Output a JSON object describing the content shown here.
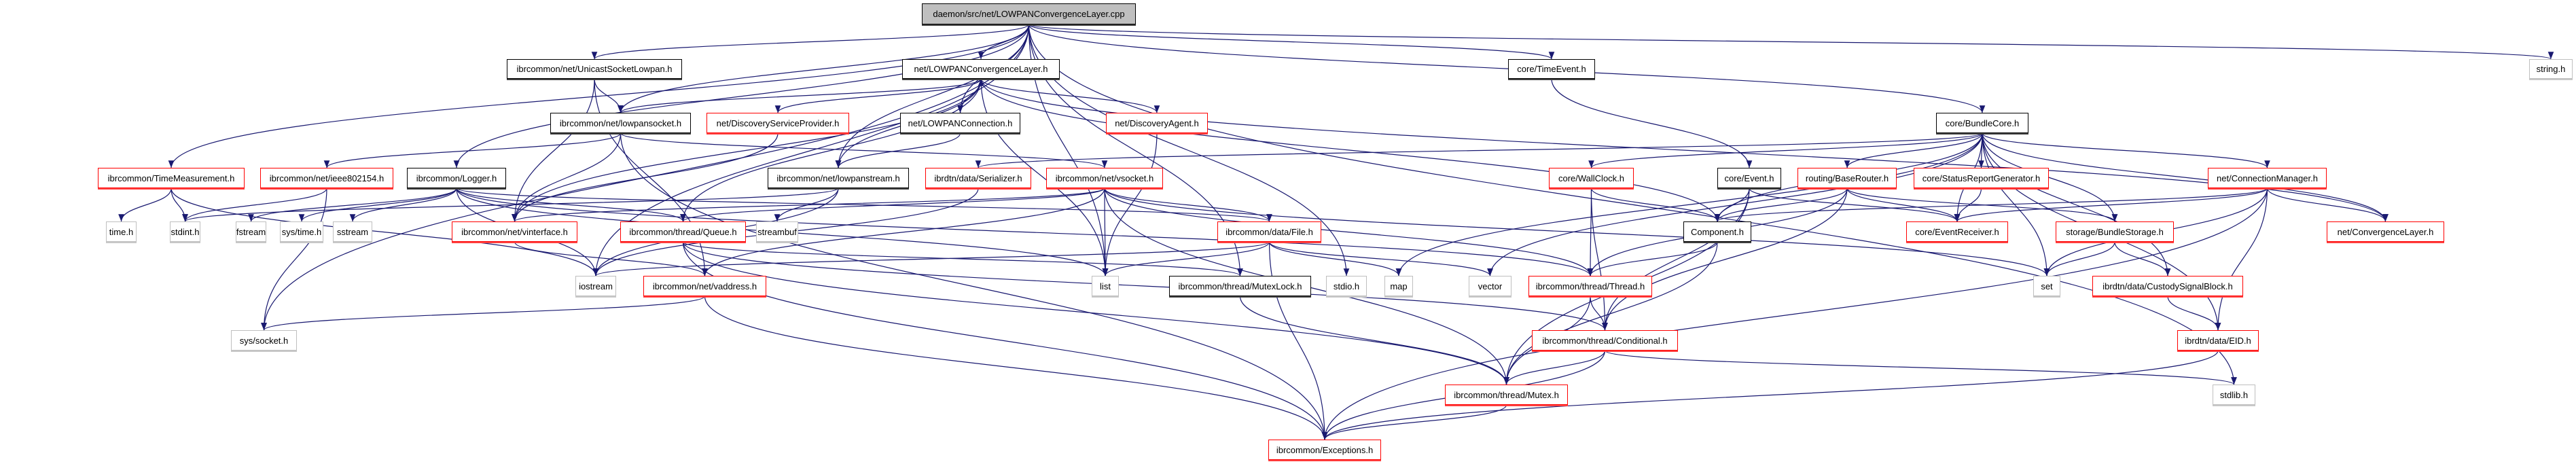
{
  "diagram": {
    "type": "include-dependency-graph",
    "colors": {
      "edge": "#191970",
      "root_fill": "#bfbfbf",
      "documented_border": "#000000",
      "undocumented_border": "#ff0000",
      "external_border": "#bfbfbf"
    },
    "nodes": [
      {
        "id": "root",
        "label": "daemon/src/net/LOWPANConvergenceLayer.cpp",
        "kind": "root"
      },
      {
        "id": "unicast",
        "label": "ibrcommon/net/UnicastSocketLowpan.h",
        "kind": "black"
      },
      {
        "id": "lcl_h",
        "label": "net/LOWPANConvergenceLayer.h",
        "kind": "black"
      },
      {
        "id": "timeevent",
        "label": "core/TimeEvent.h",
        "kind": "black"
      },
      {
        "id": "string_h",
        "label": "string.h",
        "kind": "grey"
      },
      {
        "id": "lowpansocket",
        "label": "ibrcommon/net/lowpansocket.h",
        "kind": "black"
      },
      {
        "id": "dsp",
        "label": "net/DiscoveryServiceProvider.h",
        "kind": "red"
      },
      {
        "id": "lowpanconn",
        "label": "net/LOWPANConnection.h",
        "kind": "black"
      },
      {
        "id": "dagent",
        "label": "net/DiscoveryAgent.h",
        "kind": "red"
      },
      {
        "id": "bundlecore",
        "label": "core/BundleCore.h",
        "kind": "black"
      },
      {
        "id": "timemeas",
        "label": "ibrcommon/TimeMeasurement.h",
        "kind": "red"
      },
      {
        "id": "ieee",
        "label": "ibrcommon/net/ieee802154.h",
        "kind": "red"
      },
      {
        "id": "logger",
        "label": "ibrcommon/Logger.h",
        "kind": "black"
      },
      {
        "id": "lowpanstream",
        "label": "ibrcommon/net/lowpanstream.h",
        "kind": "black"
      },
      {
        "id": "serializer",
        "label": "ibrdtn/data/Serializer.h",
        "kind": "red"
      },
      {
        "id": "vsocket",
        "label": "ibrcommon/net/vsocket.h",
        "kind": "red"
      },
      {
        "id": "wallclock",
        "label": "core/WallClock.h",
        "kind": "red"
      },
      {
        "id": "event",
        "label": "core/Event.h",
        "kind": "black"
      },
      {
        "id": "baserouter",
        "label": "routing/BaseRouter.h",
        "kind": "red"
      },
      {
        "id": "srg",
        "label": "core/StatusReportGenerator.h",
        "kind": "red"
      },
      {
        "id": "connmgr",
        "label": "net/ConnectionManager.h",
        "kind": "red"
      },
      {
        "id": "time_h",
        "label": "time.h",
        "kind": "grey"
      },
      {
        "id": "stdint",
        "label": "stdint.h",
        "kind": "grey"
      },
      {
        "id": "fstream",
        "label": "fstream",
        "kind": "grey"
      },
      {
        "id": "systime",
        "label": "sys/time.h",
        "kind": "grey"
      },
      {
        "id": "sstream",
        "label": "sstream",
        "kind": "grey"
      },
      {
        "id": "vinterface",
        "label": "ibrcommon/net/vinterface.h",
        "kind": "red"
      },
      {
        "id": "queue",
        "label": "ibrcommon/thread/Queue.h",
        "kind": "red"
      },
      {
        "id": "streambuf",
        "label": "streambuf",
        "kind": "grey"
      },
      {
        "id": "file",
        "label": "ibrcommon/data/File.h",
        "kind": "red"
      },
      {
        "id": "component",
        "label": "Component.h",
        "kind": "black"
      },
      {
        "id": "eventrecv",
        "label": "core/EventReceiver.h",
        "kind": "red"
      },
      {
        "id": "bstorage",
        "label": "storage/BundleStorage.h",
        "kind": "red"
      },
      {
        "id": "convlayer",
        "label": "net/ConvergenceLayer.h",
        "kind": "red"
      },
      {
        "id": "iostream",
        "label": "iostream",
        "kind": "grey"
      },
      {
        "id": "vaddress",
        "label": "ibrcommon/net/vaddress.h",
        "kind": "red"
      },
      {
        "id": "list",
        "label": "list",
        "kind": "grey"
      },
      {
        "id": "mutexlock",
        "label": "ibrcommon/thread/MutexLock.h",
        "kind": "black"
      },
      {
        "id": "stdio",
        "label": "stdio.h",
        "kind": "grey"
      },
      {
        "id": "map",
        "label": "map",
        "kind": "grey"
      },
      {
        "id": "vector",
        "label": "vector",
        "kind": "grey"
      },
      {
        "id": "thread",
        "label": "ibrcommon/thread/Thread.h",
        "kind": "red"
      },
      {
        "id": "set",
        "label": "set",
        "kind": "grey"
      },
      {
        "id": "csb",
        "label": "ibrdtn/data/CustodySignalBlock.h",
        "kind": "red"
      },
      {
        "id": "syssocket",
        "label": "sys/socket.h",
        "kind": "grey"
      },
      {
        "id": "conditional",
        "label": "ibrcommon/thread/Conditional.h",
        "kind": "red"
      },
      {
        "id": "eid",
        "label": "ibrdtn/data/EID.h",
        "kind": "red"
      },
      {
        "id": "mutex",
        "label": "ibrcommon/thread/Mutex.h",
        "kind": "red"
      },
      {
        "id": "stdlib",
        "label": "stdlib.h",
        "kind": "grey"
      },
      {
        "id": "exceptions",
        "label": "ibrcommon/Exceptions.h",
        "kind": "red"
      }
    ],
    "edges": [
      [
        "root",
        "unicast"
      ],
      [
        "root",
        "lcl_h"
      ],
      [
        "root",
        "timeevent"
      ],
      [
        "root",
        "string_h"
      ],
      [
        "root",
        "bundlecore"
      ],
      [
        "root",
        "lowpansocket"
      ],
      [
        "root",
        "lowpanconn"
      ],
      [
        "root",
        "timemeas"
      ],
      [
        "root",
        "logger"
      ],
      [
        "root",
        "lowpanstream"
      ],
      [
        "root",
        "iostream"
      ],
      [
        "root",
        "syssocket"
      ],
      [
        "root",
        "list"
      ],
      [
        "root",
        "stdio"
      ],
      [
        "root",
        "mutexlock"
      ],
      [
        "root",
        "stdlib"
      ],
      [
        "unicast",
        "lowpansocket"
      ],
      [
        "unicast",
        "vinterface"
      ],
      [
        "unicast",
        "vaddress"
      ],
      [
        "lcl_h",
        "lowpansocket"
      ],
      [
        "lcl_h",
        "dsp"
      ],
      [
        "lcl_h",
        "lowpanconn"
      ],
      [
        "lcl_h",
        "dagent"
      ],
      [
        "lcl_h",
        "lowpanstream"
      ],
      [
        "lcl_h",
        "convlayer"
      ],
      [
        "lcl_h",
        "component"
      ],
      [
        "lcl_h",
        "list"
      ],
      [
        "lcl_h",
        "vinterface"
      ],
      [
        "lcl_h",
        "queue"
      ],
      [
        "lowpanconn",
        "lcl_h"
      ],
      [
        "lowpanconn",
        "lowpanstream"
      ],
      [
        "timeevent",
        "event"
      ],
      [
        "lowpansocket",
        "ieee"
      ],
      [
        "lowpansocket",
        "vinterface"
      ],
      [
        "lowpansocket",
        "vsocket"
      ],
      [
        "lowpansocket",
        "exceptions"
      ],
      [
        "dsp",
        "vinterface"
      ],
      [
        "dagent",
        "list"
      ],
      [
        "bundlecore",
        "serializer"
      ],
      [
        "bundlecore",
        "wallclock"
      ],
      [
        "bundlecore",
        "component"
      ],
      [
        "bundlecore",
        "baserouter"
      ],
      [
        "bundlecore",
        "srg"
      ],
      [
        "bundlecore",
        "connmgr"
      ],
      [
        "bundlecore",
        "eventrecv"
      ],
      [
        "bundlecore",
        "bstorage"
      ],
      [
        "bundlecore",
        "convlayer"
      ],
      [
        "bundlecore",
        "csb"
      ],
      [
        "bundlecore",
        "eid"
      ],
      [
        "bundlecore",
        "set"
      ],
      [
        "bundlecore",
        "map"
      ],
      [
        "bundlecore",
        "vector"
      ],
      [
        "timemeas",
        "time_h"
      ],
      [
        "timemeas",
        "stdint"
      ],
      [
        "timemeas",
        "iostream"
      ],
      [
        "ieee",
        "stdint"
      ],
      [
        "ieee",
        "syssocket"
      ],
      [
        "logger",
        "fstream"
      ],
      [
        "logger",
        "systime"
      ],
      [
        "logger",
        "sstream"
      ],
      [
        "logger",
        "iostream"
      ],
      [
        "logger",
        "list"
      ],
      [
        "logger",
        "queue"
      ],
      [
        "logger",
        "thread"
      ],
      [
        "logger",
        "file"
      ],
      [
        "lowpanstream",
        "iostream"
      ],
      [
        "lowpanstream",
        "streambuf"
      ],
      [
        "lowpanstream",
        "stdint"
      ],
      [
        "serializer",
        "iostream"
      ],
      [
        "vsocket",
        "vinterface"
      ],
      [
        "vsocket",
        "vaddress"
      ],
      [
        "vsocket",
        "queue"
      ],
      [
        "vsocket",
        "file"
      ],
      [
        "vsocket",
        "list"
      ],
      [
        "vsocket",
        "thread"
      ],
      [
        "vsocket",
        "set"
      ],
      [
        "vsocket",
        "mutex"
      ],
      [
        "wallclock",
        "component"
      ],
      [
        "wallclock",
        "thread"
      ],
      [
        "wallclock",
        "conditional"
      ],
      [
        "event",
        "component"
      ],
      [
        "event",
        "eventrecv"
      ],
      [
        "event",
        "conditional"
      ],
      [
        "event",
        "mutex"
      ],
      [
        "baserouter",
        "component"
      ],
      [
        "baserouter",
        "eventrecv"
      ],
      [
        "baserouter",
        "bstorage"
      ],
      [
        "baserouter",
        "thread"
      ],
      [
        "baserouter",
        "conditional"
      ],
      [
        "srg",
        "eventrecv"
      ],
      [
        "connmgr",
        "component"
      ],
      [
        "connmgr",
        "eventrecv"
      ],
      [
        "connmgr",
        "convlayer"
      ],
      [
        "connmgr",
        "set"
      ],
      [
        "connmgr",
        "eid"
      ],
      [
        "connmgr",
        "exceptions"
      ],
      [
        "vinterface",
        "vaddress"
      ],
      [
        "queue",
        "conditional"
      ],
      [
        "queue",
        "mutexlock"
      ],
      [
        "queue",
        "exceptions"
      ],
      [
        "queue",
        "mutex"
      ],
      [
        "file",
        "iostream"
      ],
      [
        "file",
        "list"
      ],
      [
        "file",
        "map"
      ],
      [
        "file",
        "vector"
      ],
      [
        "file",
        "exceptions"
      ],
      [
        "component",
        "thread"
      ],
      [
        "component",
        "mutex"
      ],
      [
        "bstorage",
        "set"
      ],
      [
        "bstorage",
        "csb"
      ],
      [
        "vaddress",
        "syssocket"
      ],
      [
        "vaddress",
        "exceptions"
      ],
      [
        "mutexlock",
        "mutex"
      ],
      [
        "thread",
        "conditional"
      ],
      [
        "thread",
        "mutex"
      ],
      [
        "csb",
        "eid"
      ],
      [
        "conditional",
        "mutex"
      ],
      [
        "conditional",
        "stdlib"
      ],
      [
        "conditional",
        "exceptions"
      ],
      [
        "eid",
        "exceptions"
      ],
      [
        "mutex",
        "exceptions"
      ]
    ]
  }
}
